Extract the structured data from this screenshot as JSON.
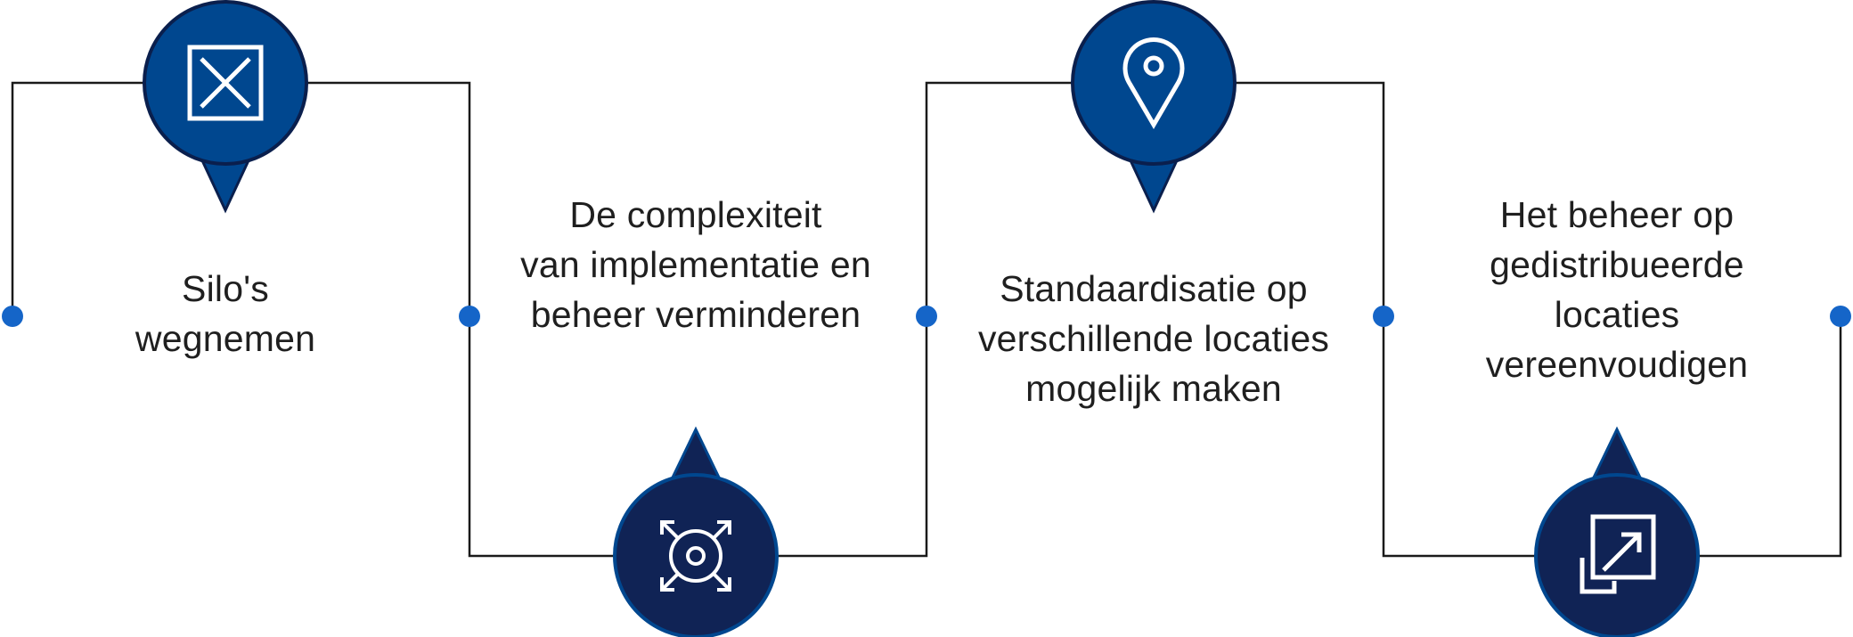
{
  "colors": {
    "line": "#1a1a1a",
    "dot": "#1565c8",
    "pin_top": "#00478f",
    "pin_bottom": "#102355",
    "pin_border": "#0a1f4d",
    "icon": "#ffffff"
  },
  "steps": [
    {
      "position": "top",
      "icon": "x-box-icon",
      "lines": [
        "Silo's",
        "wegnemen"
      ]
    },
    {
      "position": "bottom",
      "icon": "expand-target-icon",
      "lines": [
        "De complexiteit",
        "van implementatie en",
        "beheer verminderen"
      ]
    },
    {
      "position": "top",
      "icon": "location-pin-icon",
      "lines": [
        "Standaardisatie op",
        "verschillende locaties",
        "mogelijk maken"
      ]
    },
    {
      "position": "bottom",
      "icon": "resize-arrow-icon",
      "lines": [
        "Het beheer op",
        "gedistribueerde",
        "locaties",
        "vereenvoudigen"
      ]
    }
  ]
}
